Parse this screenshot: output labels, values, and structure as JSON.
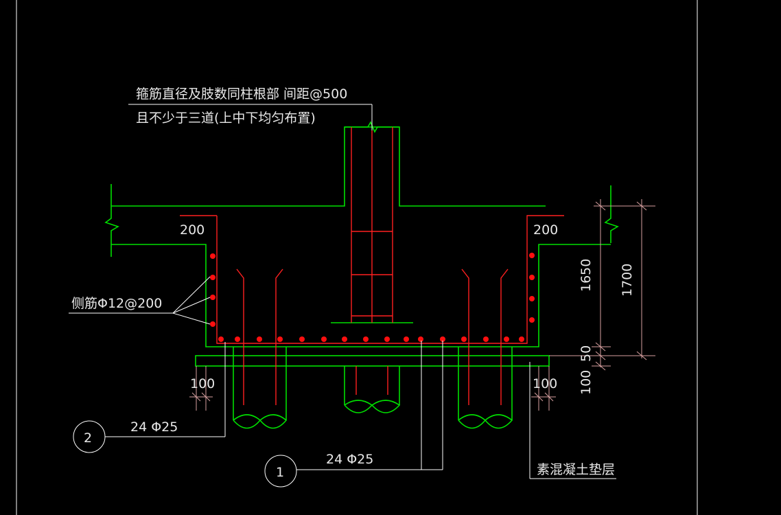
{
  "notes": {
    "stirrup_line1": "箍筋直径及肢数同柱根部  间距@500",
    "stirrup_line2": "且不少于三道(上中下均匀布置)",
    "side_bar": "侧筋Φ12@200",
    "plain_concrete": "素混凝土垫层"
  },
  "dimensions": {
    "left_cover": "200",
    "right_cover": "200",
    "height_1650": "1650",
    "height_1700": "1700",
    "d_50": "50",
    "d_100_vertical": "100",
    "left_100": "100",
    "right_100": "100"
  },
  "callouts": {
    "marker_1": "1",
    "marker_2": "2",
    "rebar_1": "24 Φ25",
    "rebar_2": "24 Φ25"
  },
  "colors": {
    "background": "#000000",
    "concrete": "#00e000",
    "rebar": "#ff2020",
    "annotation": "#ffffff",
    "dimension": "#d7a0a0"
  }
}
